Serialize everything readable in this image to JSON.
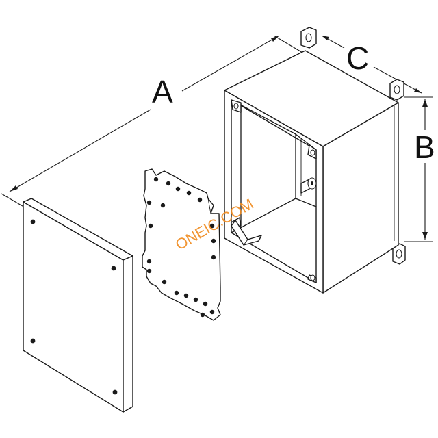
{
  "dimensions": {
    "a_label": "A",
    "b_label": "B",
    "c_label": "C"
  },
  "watermark": {
    "text": "ONEIC.COM",
    "color": "#f08a1c"
  },
  "colors": {
    "line": "#1a1a1a",
    "background": "#ffffff"
  }
}
